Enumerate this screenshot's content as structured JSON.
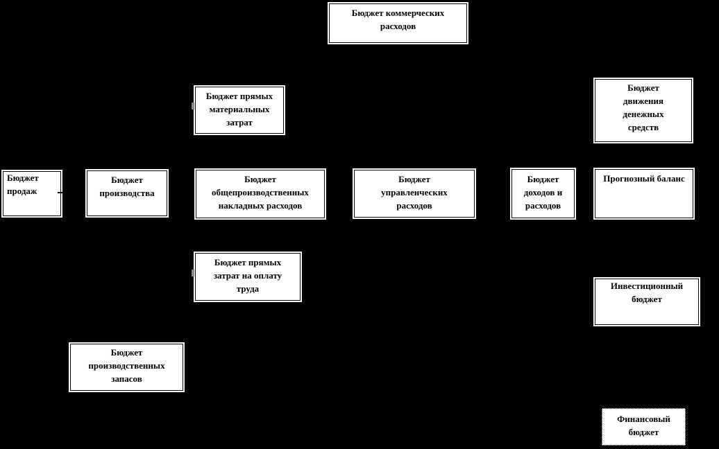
{
  "diagram": {
    "description_labels": {
      "commercial": "Бюджет коммерческих\nрасходов",
      "materials": "Бюджет прямых\nматериальных\nзатрат",
      "cashflow": "Бюджет\nдвижения\nденежных\nсредств",
      "sales": "Бюджет\nпродаж",
      "production": "Бюджет\nпроизводства",
      "overhead": "Бюджет\nобщепроизводственных\nнакладных расходов",
      "management": "Бюджет\nуправленческих\nрасходов",
      "income": "Бюджет\nдоходов и\nрасходов",
      "balance": "Прогнозный баланс",
      "labor": "Бюджет прямых\nзатрат на оплату\nтруда",
      "investment": "Инвестиционный\nбюджет",
      "inventory": "Бюджет\nпроизводственных\nзапасов",
      "financial": "Финансовый\nбюджет"
    },
    "colors": {
      "background": "#000000",
      "box_fill": "#ffffff",
      "box_border": "#000000",
      "text": "#000000"
    },
    "styles": {
      "financial_box_border": "dotted"
    }
  }
}
